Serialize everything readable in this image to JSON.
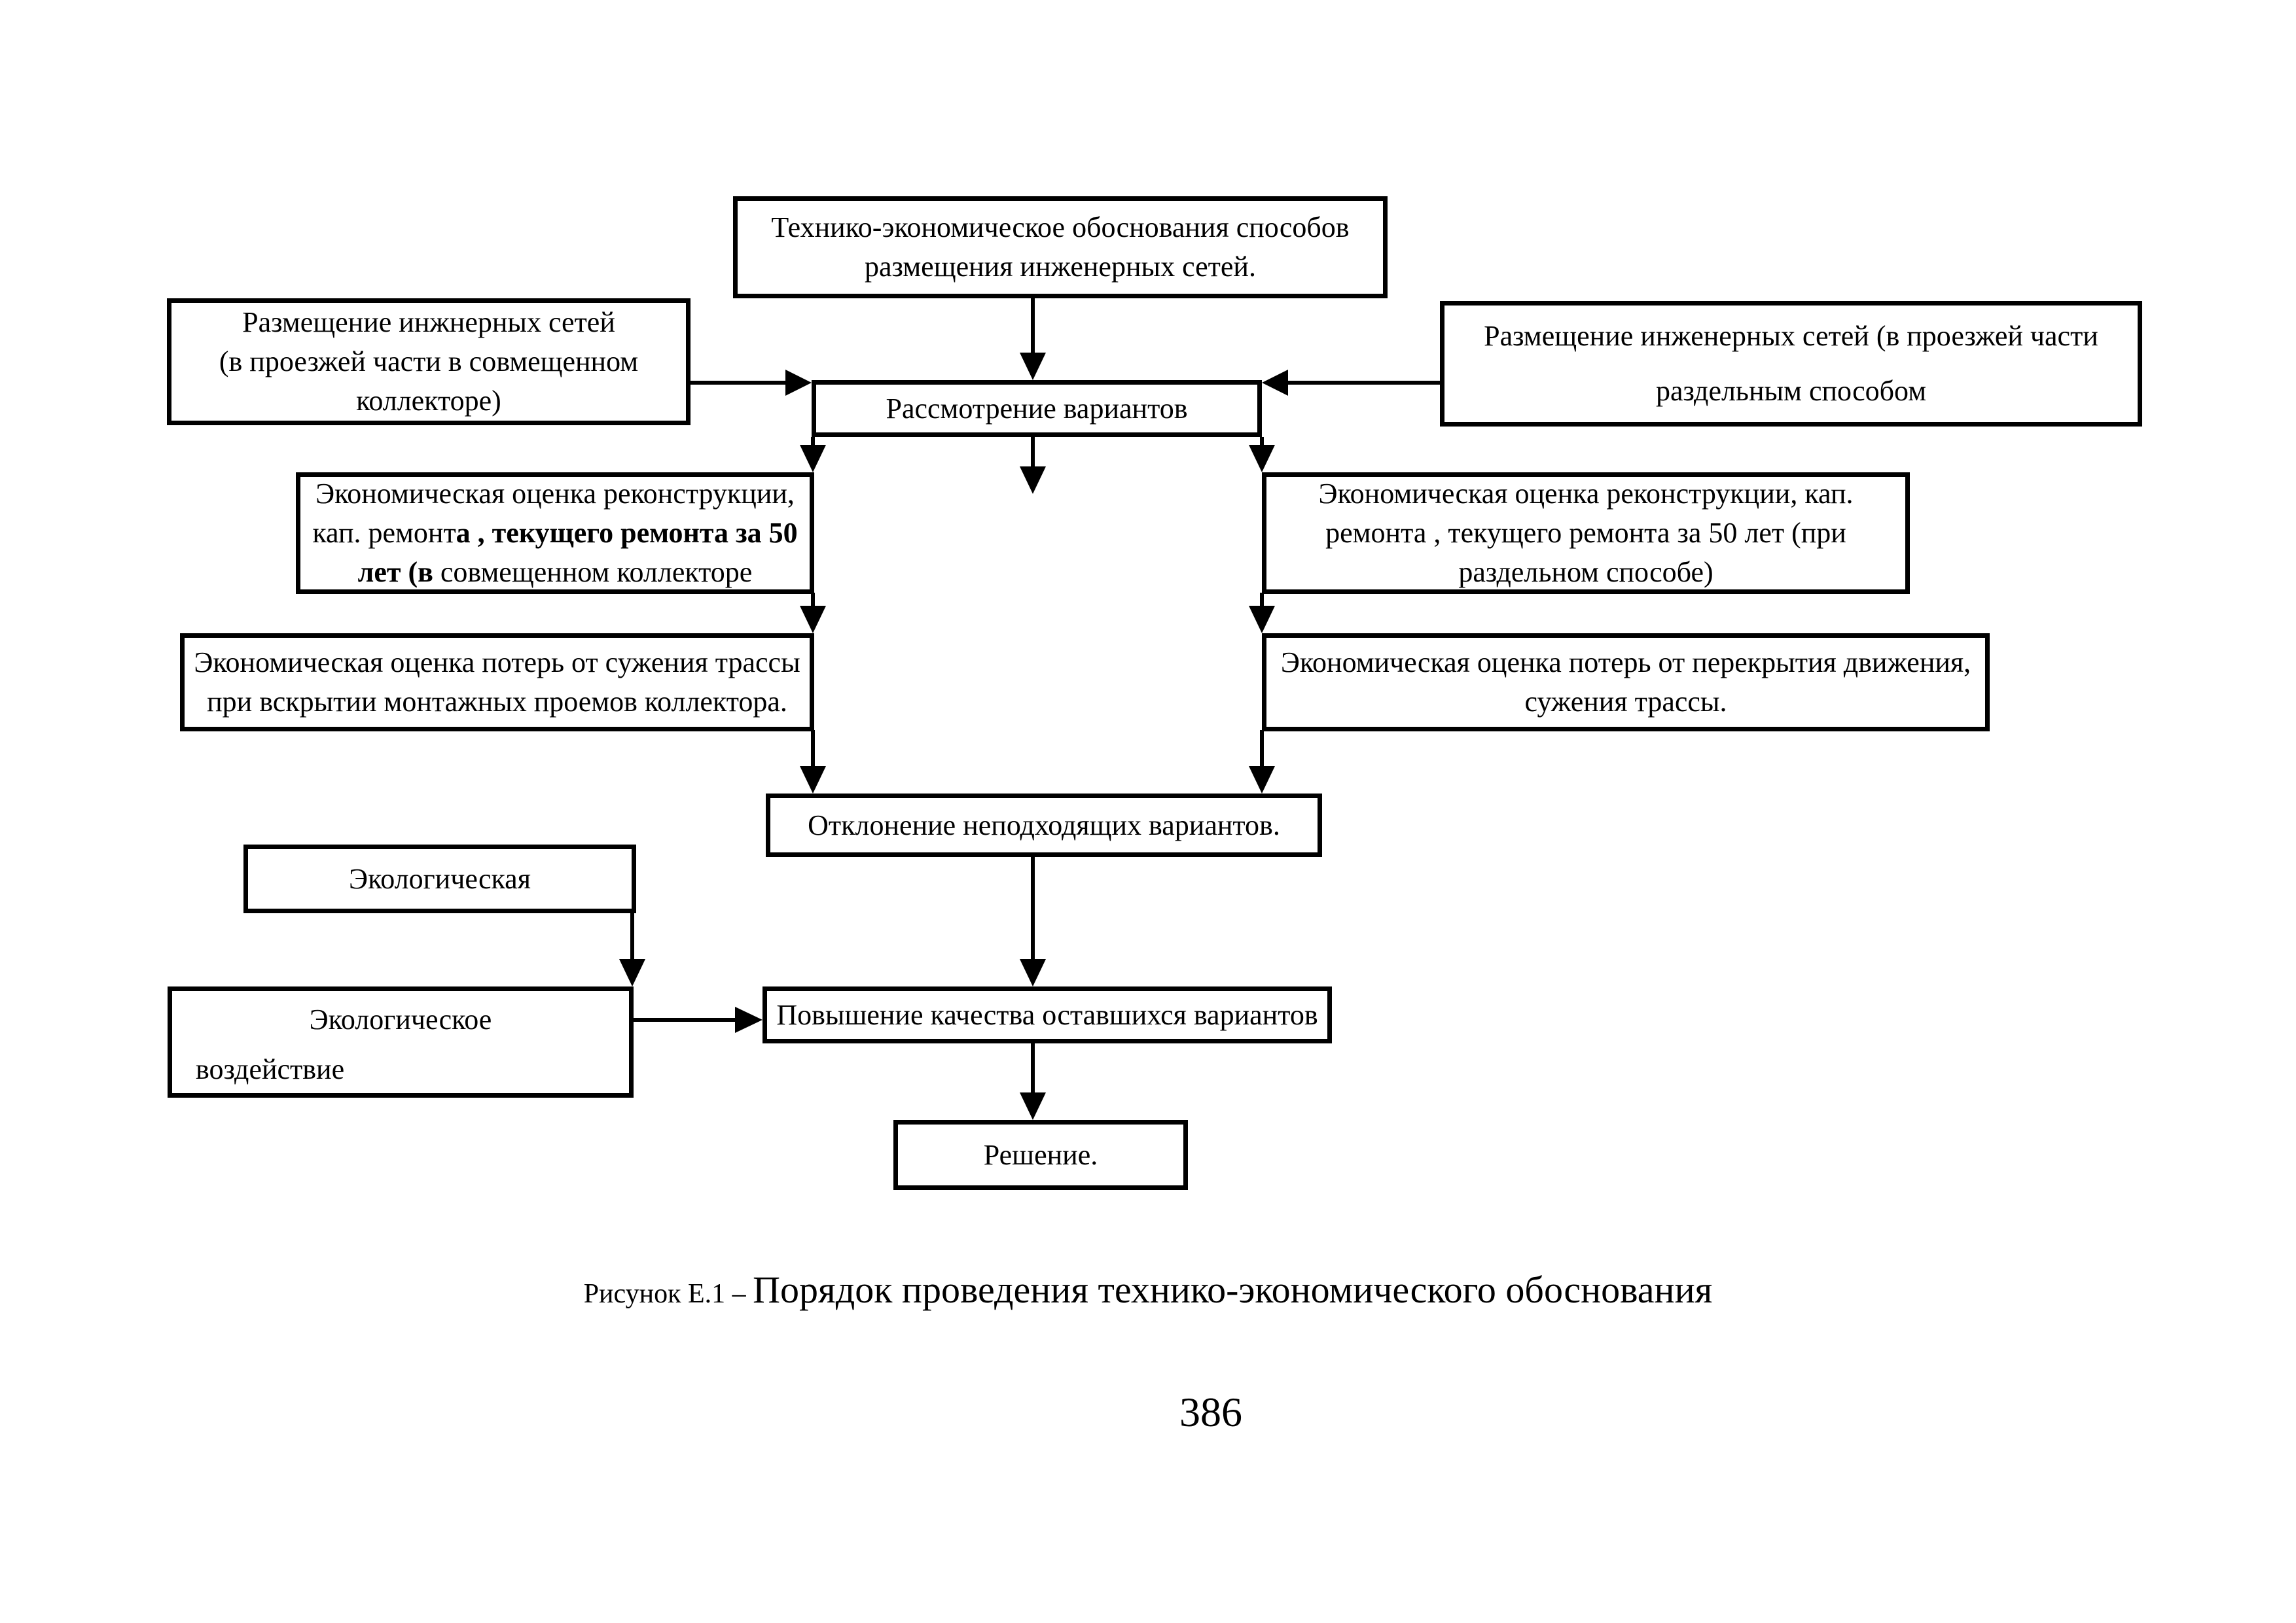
{
  "colors": {
    "ink": "#000000",
    "paper": "#ffffff"
  },
  "figure": {
    "caption_prefix": "Рисунок Е.1 – ",
    "caption_main": "Порядок проведения технико-экономического обоснования",
    "page_number": "386"
  },
  "nodes": {
    "feasibility": {
      "lines": [
        {
          "text": "Технико-экономическое обоснования способов"
        },
        {
          "text": "размещения инженерных сетей."
        }
      ]
    },
    "placement_combined": {
      "lines": [
        {
          "text": "Размещение инжнерных сетей"
        },
        {
          "text": "(в проезжей части в совмещенном"
        },
        {
          "text": "коллекторе)"
        }
      ]
    },
    "placement_separate": {
      "lines": [
        {
          "text": "Размещение инженерных сетей (в проезжей части"
        },
        {
          "text": "раздельным способом"
        }
      ]
    },
    "consider": {
      "lines": [
        {
          "text": "Рассмотрение вариантов"
        }
      ]
    },
    "eval_combined": {
      "lines": [
        {
          "segments": [
            {
              "text": "Экономическая оценка реконструкции,"
            }
          ]
        },
        {
          "segments": [
            {
              "text": "кап. ремонт"
            },
            {
              "text": "а , текущего ремонта за 50",
              "bold": true
            }
          ]
        },
        {
          "segments": [
            {
              "text": "лет (в",
              "bold": true
            },
            {
              "text": " совмещенном коллекторе"
            }
          ]
        }
      ]
    },
    "eval_separate": {
      "lines": [
        {
          "text": "Экономическая оценка реконструкции, кап."
        },
        {
          "text": "ремонта , текущего ремонта за 50 лет (при"
        },
        {
          "text": "раздельном способе)"
        }
      ]
    },
    "losses_combined": {
      "lines": [
        {
          "text": "Экономическая оценка потерь от сужения трассы"
        },
        {
          "text": "при вскрытии монтажных проемов коллектора."
        }
      ]
    },
    "losses_separate": {
      "lines": [
        {
          "text": "Экономическая оценка потерь от перекрытия движения,"
        },
        {
          "text": "сужения трассы."
        }
      ]
    },
    "reject": {
      "lines": [
        {
          "text": "Отклонение неподходящих вариантов."
        }
      ]
    },
    "ecological": {
      "lines": [
        {
          "text": "Экологическая"
        }
      ]
    },
    "eco_impact": {
      "lines": [
        {
          "text": "Экологическое",
          "align": "center"
        },
        {
          "text": "воздействие",
          "align": "left"
        }
      ]
    },
    "improve": {
      "lines": [
        {
          "text": "Повышение качества оставшихся вариантов"
        }
      ]
    },
    "decision": {
      "lines": [
        {
          "text": "Решение."
        }
      ]
    }
  },
  "edges": [
    {
      "from": "feasibility",
      "to": "consider"
    },
    {
      "from": "placement_combined",
      "to": "consider"
    },
    {
      "from": "placement_separate",
      "to": "consider"
    },
    {
      "from": "consider",
      "to": "eval_combined"
    },
    {
      "from": "consider",
      "to": "eval_separate"
    },
    {
      "from": "consider",
      "to": null
    },
    {
      "from": "eval_combined",
      "to": "losses_combined"
    },
    {
      "from": "eval_separate",
      "to": "losses_separate"
    },
    {
      "from": "losses_combined",
      "to": "reject"
    },
    {
      "from": "losses_separate",
      "to": "reject"
    },
    {
      "from": "reject",
      "to": "improve"
    },
    {
      "from": "ecological",
      "to": "eco_impact"
    },
    {
      "from": "eco_impact",
      "to": "improve"
    },
    {
      "from": "improve",
      "to": "decision"
    }
  ]
}
